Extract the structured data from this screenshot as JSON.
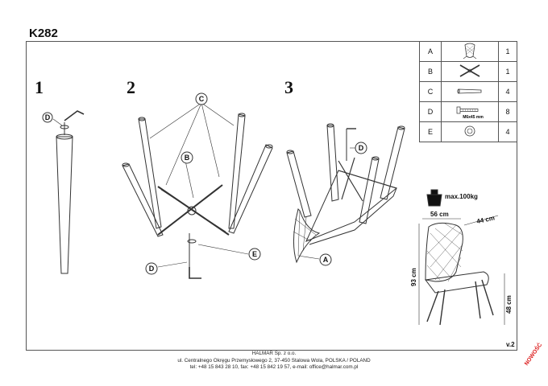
{
  "title": "K282",
  "steps": [
    "1",
    "2",
    "3"
  ],
  "parts": [
    {
      "letter": "A",
      "qty": "1",
      "icon": "chair-shell-icon"
    },
    {
      "letter": "B",
      "qty": "1",
      "icon": "cross-frame-icon"
    },
    {
      "letter": "C",
      "qty": "4",
      "icon": "chair-leg-icon"
    },
    {
      "letter": "D",
      "qty": "8",
      "icon": "bolt-icon",
      "note": "M6x45 mm"
    },
    {
      "letter": "E",
      "qty": "4",
      "icon": "washer-icon"
    }
  ],
  "labels": {
    "D": "D",
    "C": "C",
    "B": "B",
    "E": "E",
    "A": "A"
  },
  "dimensions": {
    "max_load": "max.100kg",
    "width": "56 cm",
    "depth": "44 cm",
    "height": "93 cm",
    "seat_height": "48 cm"
  },
  "footer": {
    "company": "HALMAR Sp. z o.o.",
    "address": "ul. Centralnego Okręgu Przemysłowego 2, 37-450 Stalowa Wola, POLSKA / POLAND",
    "contact": "tel: +48 15 843 28 10, fax: +48 15 842 19 57, e-mail: office@halmar.com.pl"
  },
  "version": "v.2",
  "stamp": "NOWOŚĆ",
  "colors": {
    "line": "#333333",
    "stamp": "#dd2222"
  }
}
